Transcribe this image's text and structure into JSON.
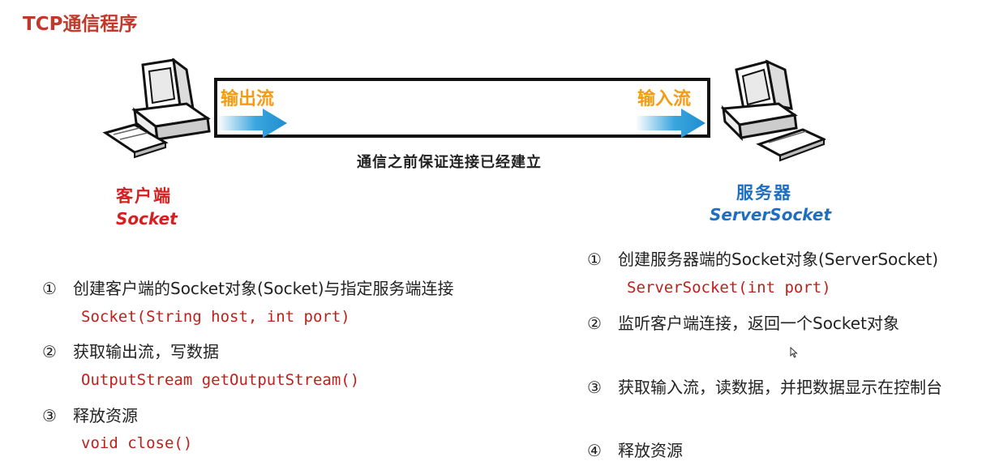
{
  "title": "TCP通信程序",
  "pipe": {
    "left_label": "输出流",
    "right_label": "输入流",
    "note": "通信之前保证连接已经建立"
  },
  "client": {
    "name_cn": "客户端",
    "name_en": "Socket",
    "steps": [
      {
        "num": "①",
        "text": "创建客户端的Socket对象(Socket)与指定服务端连接",
        "code": "Socket(String host, int port)"
      },
      {
        "num": "②",
        "text": "获取输出流，写数据",
        "code": "OutputStream getOutputStream()"
      },
      {
        "num": "③",
        "text": "释放资源",
        "code": "void close()"
      }
    ]
  },
  "server": {
    "name_cn": "服务器",
    "name_en": "ServerSocket",
    "steps": [
      {
        "num": "①",
        "text": "创建服务器端的Socket对象(ServerSocket)",
        "code": "ServerSocket(int port)"
      },
      {
        "num": "②",
        "text": "监听客户端连接，返回一个Socket对象"
      },
      {
        "num": "③",
        "text": "获取输入流，读数据，并把数据显示在控制台"
      },
      {
        "num": "④",
        "text": "释放资源"
      }
    ]
  },
  "colors": {
    "title": "#c0392b",
    "client": "#d62020",
    "server": "#1e6fc0",
    "pipe_label": "#f39c12",
    "code": "#c0201a",
    "arrow": "#2aa0d8"
  },
  "icons": [
    "client-computer-icon",
    "server-computer-icon",
    "arrow-right-icon",
    "mouse-cursor-icon"
  ]
}
